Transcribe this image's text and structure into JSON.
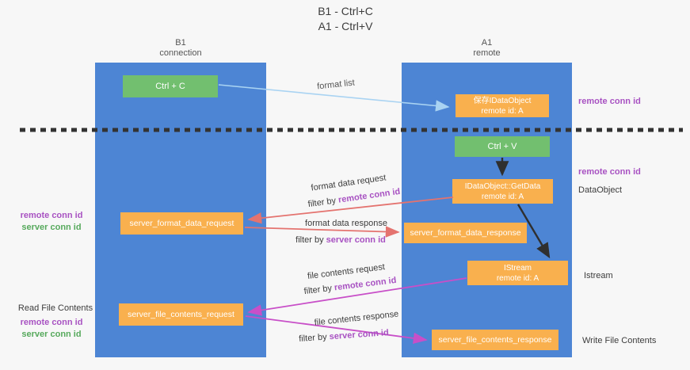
{
  "title": {
    "line1": "B1 - Ctrl+C",
    "line2": "A1 - Ctrl+V"
  },
  "columns": {
    "left": {
      "name": "B1",
      "role": "connection"
    },
    "right": {
      "name": "A1",
      "role": "remote"
    }
  },
  "nodes": {
    "ctrl_c": {
      "label": "Ctrl + C"
    },
    "ctrl_v": {
      "label": "Ctrl + V"
    },
    "save_dataobject": {
      "line1": "保存IDataObject",
      "line2": "remote id: A"
    },
    "getdata": {
      "line1": "IDataObject::GetData",
      "line2": "remote id: A"
    },
    "istream": {
      "line1": "IStream",
      "line2": "remote id: A"
    },
    "server_format_data_request": {
      "label": "server_format_data_request"
    },
    "server_format_data_response": {
      "label": "server_format_data_response"
    },
    "server_file_contents_request": {
      "label": "server_file_contents_request"
    },
    "server_file_contents_response": {
      "label": "server_file_contents_response"
    }
  },
  "edge_labels": {
    "format_list": "format list",
    "format_data_request": "format data request",
    "format_data_response": "format data response",
    "file_contents_request": "file contents request",
    "file_contents_response": "file contents response",
    "filter_by": "filter by",
    "remote_conn_id": "remote conn id",
    "server_conn_id": "server conn id"
  },
  "side_labels": {
    "remote_conn_id": "remote conn id",
    "server_conn_id": "server conn id",
    "dataobject": "DataObject",
    "istream": "Istream",
    "read_file_contents": "Read File Contents",
    "write_file_contents": "Write File Contents"
  },
  "colors": {
    "background": "#f7f7f7",
    "column_blue": "#4d85d4",
    "node_orange": "#f9b04e",
    "node_green": "#72bf6f",
    "arrow_red": "#e4736f",
    "arrow_magenta": "#c84fc8",
    "arrow_lightblue": "#a9d3f2",
    "arrow_black": "#2f2f2f",
    "label_purple": "#a852c2",
    "label_green": "#56a95c"
  }
}
